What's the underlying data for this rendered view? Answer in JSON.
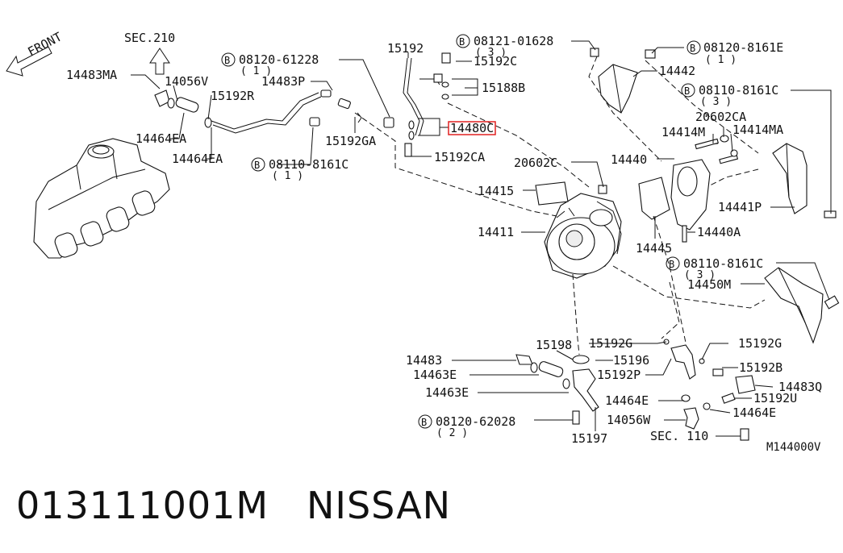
{
  "diagram": {
    "front_label": "FRONT",
    "sec_top": "SEC.210",
    "sec_bottom": "SEC. 110",
    "code": "M144000V",
    "highlighted": "14480C",
    "highlight_color": "#e02020",
    "labels": {
      "p14483MA": "14483MA",
      "p14056V": "14056V",
      "p15192R": "15192R",
      "p14483P": "14483P",
      "p14464EA_1": "14464EA",
      "p14464EA_2": "14464EA",
      "b08120_61228": "08120-61228",
      "q1a": "( 1 )",
      "b08110_8161C_a": "08110-8161C",
      "q1b": "( 1 )",
      "p15192GA": "15192GA",
      "p15192": "15192",
      "p15192C": "15192C",
      "p15188B": "15188B",
      "p14480C": "14480C",
      "p15192CA": "15192CA",
      "b08121_01628": "08121-01628",
      "q3a": "( 3 )",
      "b08120_8161E": "08120-8161E",
      "q1c": "( 1 )",
      "p14442": "14442",
      "b08110_8161C_b": "08110-8161C",
      "q3b": "( 3 )",
      "p20602CA": "20602CA",
      "p14414M": "14414M",
      "p14414MA": "14414MA",
      "p20602C": "20602C",
      "p14440": "14440",
      "p14415": "14415",
      "p14441P": "14441P",
      "p14411": "14411",
      "p14440A": "14440A",
      "p14445": "14445",
      "b08110_8161C_c": "08110-8161C",
      "q3c": "( 3 )",
      "p14450M": "14450M",
      "p15198": "15198",
      "p15192G_1": "15192G",
      "p15192G_2": "15192G",
      "p14483": "14483",
      "p15196": "15196",
      "p14463E_1": "14463E",
      "p15192P": "15192P",
      "p15192B": "15192B",
      "p14483Q": "14483Q",
      "p14463E_2": "14463E",
      "p14464E_1": "14464E",
      "p15192U": "15192U",
      "b08120_62028": "08120-62028",
      "q2": "( 2 )",
      "p14056W": "14056W",
      "p14464E_2": "14464E",
      "p15197": "15197"
    },
    "bolt_symbol": "B"
  },
  "footer": {
    "part_number": "013111001M",
    "brand": "NISSAN"
  }
}
